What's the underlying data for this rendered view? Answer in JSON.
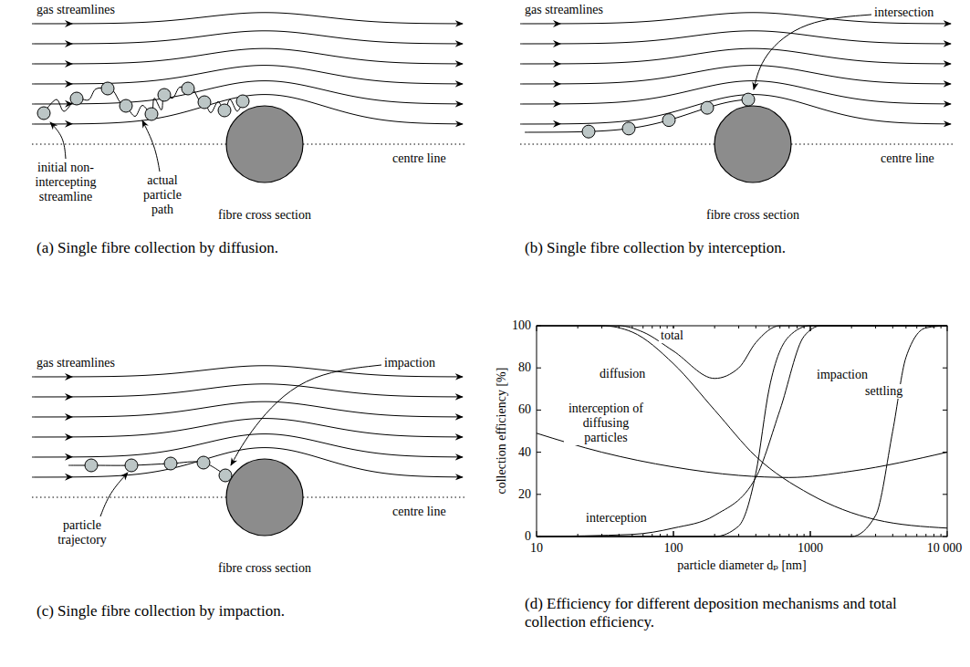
{
  "diagram": {
    "labels": [
      "gas streamlines",
      "initial non-intercepting streamline",
      "actual particle path",
      "fibre cross section",
      "centre line",
      "(a) Single fibre collection by diffusion.",
      "gas streamlines",
      "intersection",
      "centre line",
      "fibre cross section",
      "(b) Single fibre collection by interception.",
      "gas streamlines",
      "impaction",
      "particle trajectory",
      "centre line",
      "fibre cross section",
      "(c) Single fibre collection by impaction.",
      "100",
      "80",
      "60",
      "40",
      "20",
      "0",
      "collection efficiency [%]",
      "10",
      "100",
      "1000",
      "10 000",
      "particle diameter dₚ [nm]",
      "total",
      "diffusion",
      "interception of diffusing particles",
      "impaction",
      "settling",
      "interception",
      "(d) Efficiency for different deposition mechanisms and total collection efficiency."
    ]
  }
}
